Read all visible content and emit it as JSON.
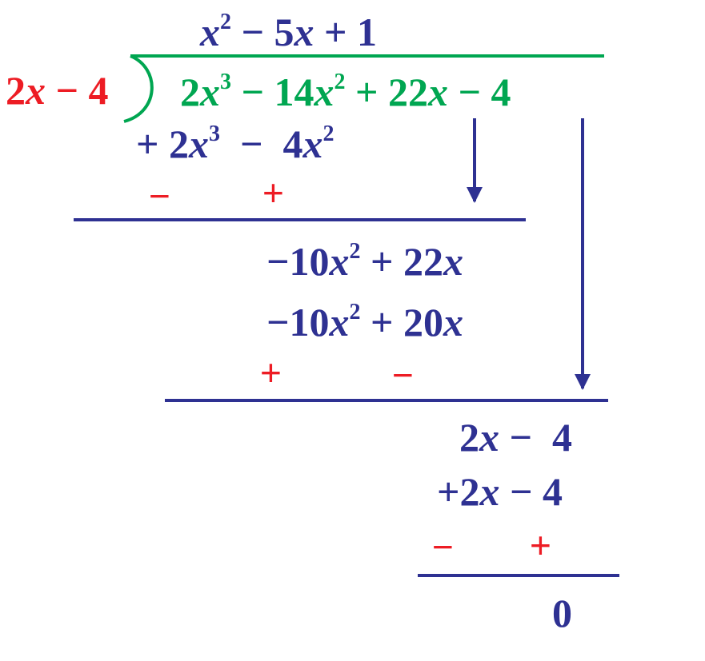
{
  "colors": {
    "quotient": "#2e3192",
    "divisor": "#ed1c24",
    "dividend": "#00a651",
    "work": "#2e3192",
    "signs": "#ed1c24"
  },
  "quotient": {
    "t1_var": "x",
    "t1_exp": "2",
    "t2_op": " − 5",
    "t2_var": "x",
    "t3": " + 1"
  },
  "divisor": {
    "coef": "2",
    "var": "x",
    "rest": " − 4"
  },
  "dividend": {
    "c1": "2",
    "v1": "x",
    "e1": "3",
    "c2": " − 14",
    "v2": "x",
    "e2": "2",
    "c3": " + 22",
    "v3": "x",
    "c4": " − 4"
  },
  "step1": {
    "product": {
      "c1": "+ 2",
      "v1": "x",
      "e1": "3",
      "c2": "  −  4",
      "v2": "x",
      "e2": "2"
    },
    "signs": [
      "−",
      "+"
    ]
  },
  "step2": {
    "remainder": {
      "c1": "−10",
      "v1": "x",
      "e1": "2",
      "c2": " + 22",
      "v2": "x"
    },
    "product": {
      "c1": "−10",
      "v1": "x",
      "e1": "2",
      "c2": " + 20",
      "v2": "x"
    },
    "signs": [
      "+",
      "−"
    ]
  },
  "step3": {
    "remainder": {
      "c1": "2",
      "v1": "x",
      "c2": " −  4"
    },
    "product": {
      "c1": "+2",
      "v1": "x",
      "c2": " − 4"
    },
    "signs": [
      "−",
      "+"
    ]
  },
  "final_remainder": "0"
}
